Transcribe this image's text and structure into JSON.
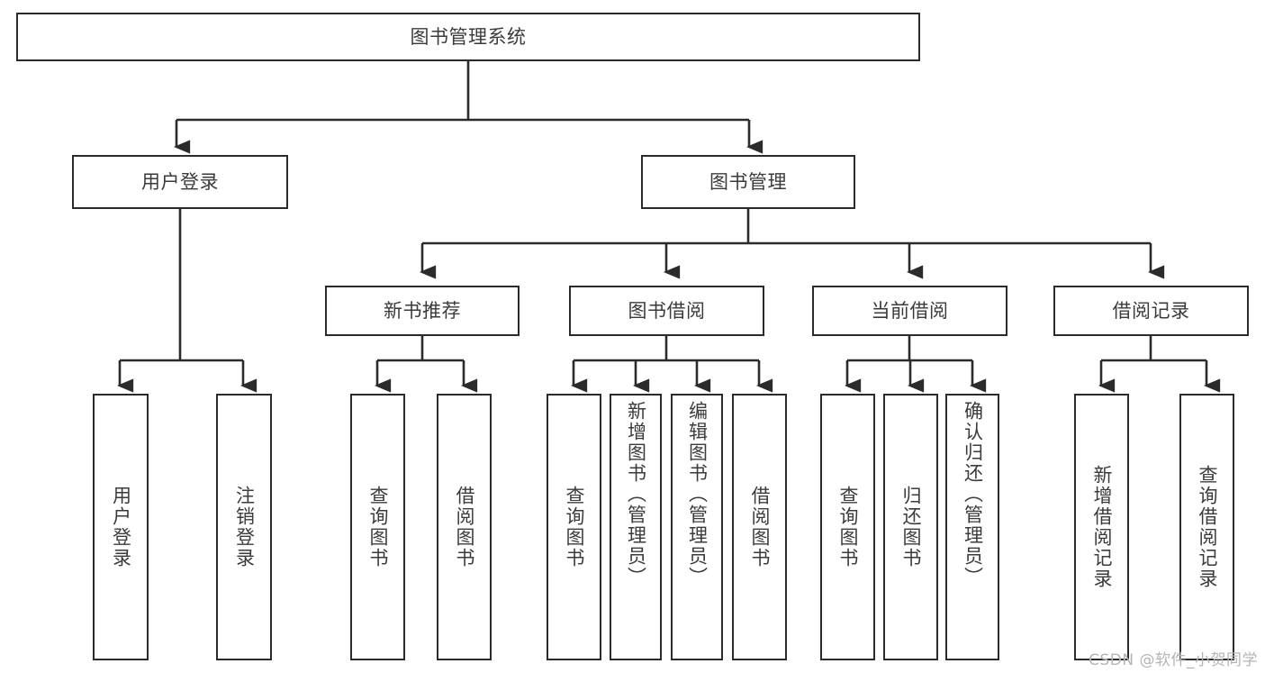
{
  "diagram": {
    "title_text": "图书管理系统",
    "type": "tree-hierarchy-chart",
    "stroke_color": "#2b2b2b",
    "text_color": "#3b3b3b",
    "background_color": "#ffffff",
    "watermark": "CSDN @软件_小贺同学"
  },
  "nodes": {
    "root": {
      "label": "图书管理系统",
      "level": 1
    },
    "level2": [
      {
        "id": "user-login",
        "label": "用户登录"
      },
      {
        "id": "book-management",
        "label": "图书管理"
      }
    ],
    "level3": [
      {
        "id": "new-book-recommend",
        "label": "新书推荐"
      },
      {
        "id": "book-borrow",
        "label": "图书借阅"
      },
      {
        "id": "current-borrow",
        "label": "当前借阅"
      },
      {
        "id": "borrow-record",
        "label": "借阅记录"
      }
    ],
    "leaves": {
      "user_login": [
        {
          "id": "leaf-user-login",
          "label": "用户登录"
        },
        {
          "id": "leaf-logout",
          "label": "注销登录"
        }
      ],
      "new_book_recommend": [
        {
          "id": "leaf-query-book-1",
          "label": "查询图书"
        },
        {
          "id": "leaf-borrow-book-1",
          "label": "借阅图书"
        }
      ],
      "book_borrow": [
        {
          "id": "leaf-query-book-2",
          "label": "查询图书"
        },
        {
          "id": "leaf-add-book-admin",
          "label": "新增图书（管理员）"
        },
        {
          "id": "leaf-edit-book-admin",
          "label": "编辑图书（管理员）"
        },
        {
          "id": "leaf-borrow-book-2",
          "label": "借阅图书"
        }
      ],
      "current_borrow": [
        {
          "id": "leaf-query-book-3",
          "label": "查询图书"
        },
        {
          "id": "leaf-return-book",
          "label": "归还图书"
        },
        {
          "id": "leaf-confirm-return-admin",
          "label": "确认归还（管理员）"
        }
      ],
      "borrow_record": [
        {
          "id": "leaf-add-borrow-record",
          "label": "新增借阅记录"
        },
        {
          "id": "leaf-query-borrow-record",
          "label": "查询借阅记录"
        }
      ]
    }
  }
}
